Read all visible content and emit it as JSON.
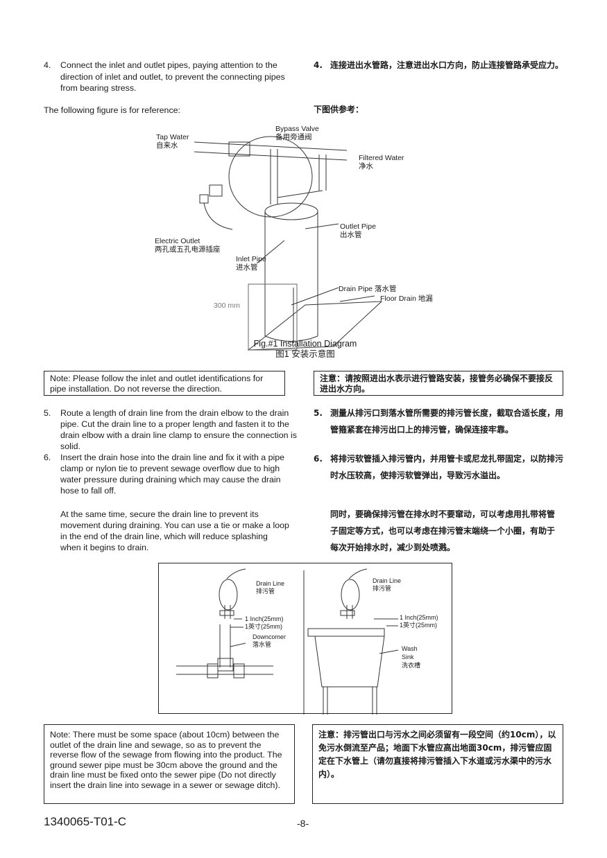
{
  "step4": {
    "num": "4.",
    "en": "Connect the inlet and outlet pipes, paying attention to the direction of inlet and outlet, to prevent the connecting pipes from bearing stress.",
    "zh": "连接进出水管路，注意进出水口方向，防止连接管路承受应力。"
  },
  "reference": {
    "en": "The following figure is for reference:",
    "zh": "下图供参考："
  },
  "fig1": {
    "tap_water_en": "Tap Water",
    "tap_water_zh": "自来水",
    "bypass_en": "Bypass Valve",
    "bypass_zh": "备用旁通阀",
    "filtered_en": "Filtered Water",
    "filtered_zh": "净水",
    "outlet_pipe_en": "Outlet Pipe",
    "outlet_pipe_zh": "出水管",
    "electric_en": "Electric Outlet",
    "electric_zh": "两孔或五孔电源插座",
    "inlet_en": "Inlet Pipe",
    "inlet_zh": "进水管",
    "drain_pipe": "Drain Pipe 落水管",
    "floor_drain": "Floor Drain 地漏",
    "height": "300  mm",
    "caption_en": "Fig.#1 Installation Diagram",
    "caption_zh": "图1 安装示意图"
  },
  "note1": {
    "en": "Note: Please follow the inlet and outlet identifications for pipe installation. Do not reverse the direction.",
    "zh": "注意：请按照进出水表示进行管路安装，接管务必确保不要接反进出水方向。"
  },
  "step5": {
    "num": "5.",
    "en": "Route a length of drain line from the drain elbow to the drain pipe. Cut the drain line to a proper length and fasten it to the drain elbow with a drain line clamp to ensure the connection is solid.",
    "zh": "测量从排污口到落水管所需要的排污管长度，截取合适长度，用管箍紧套在排污出口上的排污管，确保连接牢靠。"
  },
  "step6": {
    "num": "6.",
    "en": "Insert the drain hose into the drain line and fix it with a pipe clamp or nylon tie to prevent sewage overflow due to high water pressure during draining which may cause the drain hose to fall off.",
    "zh": "将排污软管插入排污管内，并用管卡或尼龙扎带固定，以防排污时水压较高，使排污软管弹出，导致污水溢出。"
  },
  "para": {
    "en": "At the same time, secure the drain line to prevent its movement during draining. You can use a tie or make a loop in the end of the drain line, which will reduce splashing when it begins to drain.",
    "zh": "同时，要确保排污管在排水时不要窜动，可以考虑用扎带将管子固定等方式，也可以考虑在排污管末端绕一个小圈，有助于每次开始排水时，减少到处喷溅。"
  },
  "fig2": {
    "drain_line_en": "Drain Line",
    "drain_line_zh": "排污管",
    "inch_en": "1 Inch(25mm)",
    "inch_zh": "1英寸(25mm)",
    "downcomer_en": "Downcomer",
    "downcomer_zh": "落水管",
    "wash": "Wash",
    "sink": "Sink",
    "sink_zh": "洗衣槽"
  },
  "note2": {
    "en": "Note: There must be some space (about 10cm) between the outlet of the drain line and sewage, so as to prevent the reverse flow of the sewage from flowing into the product. The ground sewer pipe must be 30cm above the ground and the drain line must be fixed onto the sewer pipe (Do not directly insert the drain line into sewage in a sewer or sewage ditch).",
    "zh": "注意：排污管出口与污水之间必须留有一段空间（约10cm），以免污水倒流至产品；地面下水管应高出地面30cm，排污管应固定在下水管上（请勿直接将排污管插入下水道或污水渠中的污水内）。"
  },
  "footer": {
    "doc_id": "1340065-T01-C",
    "page": "-8-"
  }
}
